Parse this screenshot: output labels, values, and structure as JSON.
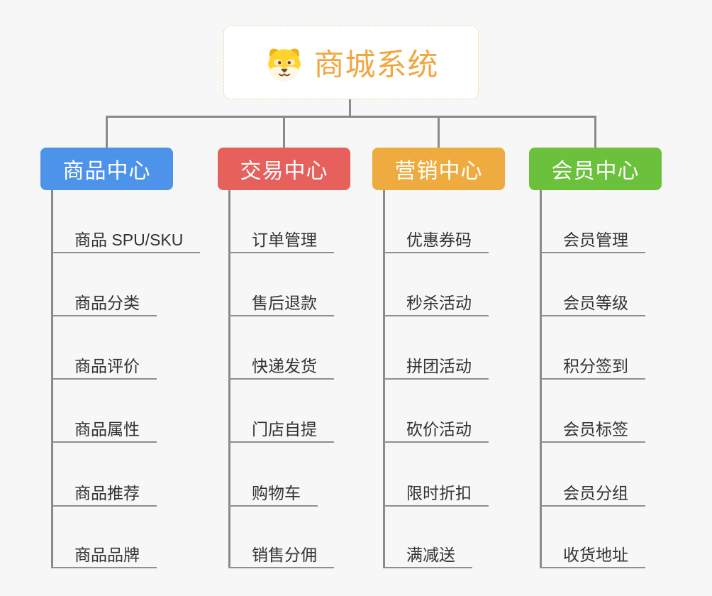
{
  "root": {
    "title": "商城系统",
    "icon": "dog-face-icon",
    "title_color": "#F0A742",
    "border_color": "#F2C98B",
    "background": "#FFFFFF"
  },
  "canvas": {
    "background_color": "#F7F7F7",
    "connector_color": "#8A8A8A"
  },
  "branches": [
    {
      "label": "商品中心",
      "color": "#4E93EA",
      "items": [
        "商品 SPU/SKU",
        "商品分类",
        "商品评价",
        "商品属性",
        "商品推荐",
        "商品品牌"
      ]
    },
    {
      "label": "交易中心",
      "color": "#E6605C",
      "items": [
        "订单管理",
        "售后退款",
        "快递发货",
        "门店自提",
        "购物车",
        "销售分佣"
      ]
    },
    {
      "label": "营销中心",
      "color": "#EEAC40",
      "items": [
        "优惠券码",
        "秒杀活动",
        "拼团活动",
        "砍价活动",
        "限时折扣",
        "满减送"
      ]
    },
    {
      "label": "会员中心",
      "color": "#6CC13C",
      "items": [
        "会员管理",
        "会员等级",
        "积分签到",
        "会员标签",
        "会员分组",
        "收货地址"
      ]
    }
  ]
}
